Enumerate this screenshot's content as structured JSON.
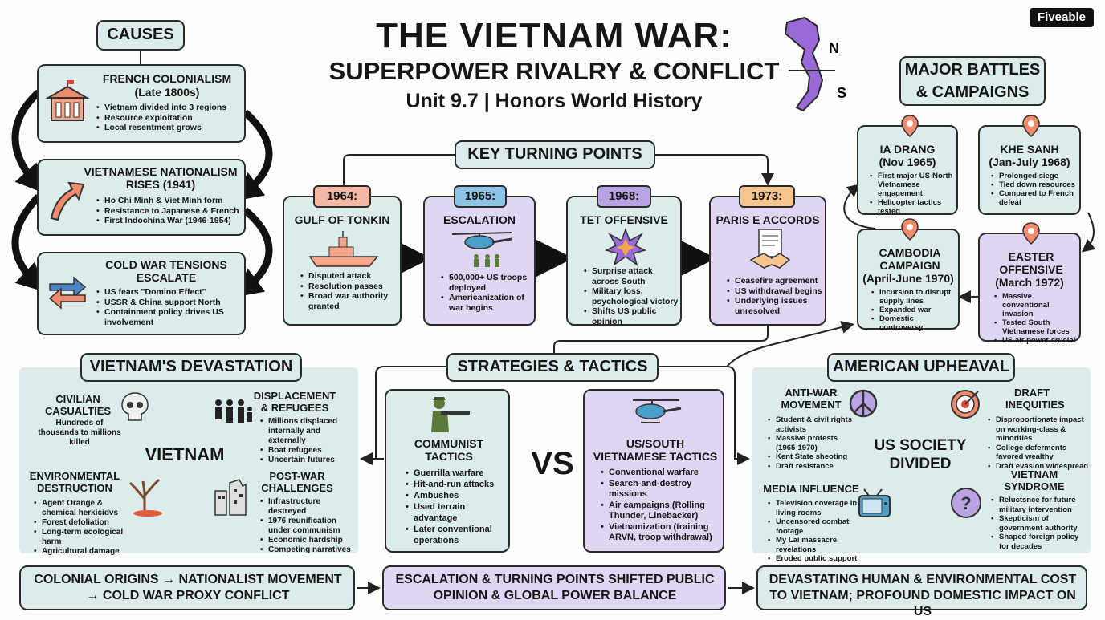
{
  "title": {
    "line1": "THE VIETNAM WAR:",
    "line2": "SUPERPOWER RIVALRY & CONFLICT",
    "line3": "Unit 9.7 | Honors World History"
  },
  "map": {
    "north": "N",
    "south": "S"
  },
  "brand": "Fiveable",
  "causes": {
    "header": "CAUSES",
    "items": [
      {
        "title": "FRENCH COLONIALISM",
        "subtitle": "(Late 1800s)",
        "icon": "colonial-building-icon",
        "bullets": [
          "Vietnam divided into 3 regions",
          "Resource exploitation",
          "Local resentment grows"
        ]
      },
      {
        "title": "VIETNAMESE NATIONALISM RISES (1941)",
        "icon": "rising-arrow-icon",
        "bullets": [
          "Ho Chi Minh & Viet Minh form",
          "Resistance to Japanese & French",
          "First Indochina War (1946-1954)"
        ]
      },
      {
        "title": "COLD WAR TENSIONS ESCALATE",
        "icon": "opposing-arrows-icon",
        "bullets": [
          "US fears \"Domino Effect\"",
          "USSR & China support North",
          "Containment policy drives US involvement"
        ]
      }
    ]
  },
  "turning_points": {
    "header": "KEY TURNING POINTS",
    "items": [
      {
        "year": "1964:",
        "title": "GULF OF TONKIN",
        "icon": "warship-icon",
        "bullets": [
          "Disputed attack",
          "Resolution passes",
          "Broad war authority granted"
        ]
      },
      {
        "year": "1965:",
        "title": "ESCALATION",
        "icon": "helicopter-troops-icon",
        "bullets": [
          "500,000+ US troops deployed",
          "Americanization of war begins"
        ]
      },
      {
        "year": "1968:",
        "title": "TET OFFENSIVE",
        "icon": "explosion-icon",
        "bullets": [
          "Surprise attack across South",
          "Military loss, psychological victory",
          "Shifts US public opinion"
        ]
      },
      {
        "year": "1973:",
        "title": "PARIS E ACCORDS",
        "icon": "handshake-document-icon",
        "bullets": [
          "Ceasefire agreement",
          "US withdrawal begins",
          "Underlying issues unresolved"
        ]
      }
    ]
  },
  "battles": {
    "header": "MAJOR BATTLES & CAMPAIGNS",
    "items": [
      {
        "title": "IA DRANG",
        "subtitle": "(Nov 1965)",
        "icon": "map-pin-icon",
        "bullets": [
          "First major US-North Vietnamese engagement",
          "Helicopter tactics tested"
        ]
      },
      {
        "title": "KHE SANH",
        "subtitle": "(Jan-July 1968)",
        "icon": "map-pin-icon",
        "bullets": [
          "Prolonged siege",
          "Tied down resources",
          "Compared to French defeat"
        ]
      },
      {
        "title": "CAMBODIA CAMPAIGN",
        "subtitle": "(April-June 1970)",
        "icon": "map-pin-icon",
        "bullets": [
          "Incursion to disrupt supply lines",
          "Expanded war",
          "Domestic controversy"
        ]
      },
      {
        "title": "EASTER OFFENSIVE",
        "subtitle": "(March 1972)",
        "icon": "map-pin-icon",
        "bullets": [
          "Massive conventional invasion",
          "Tested South Vietnamese forces",
          "US air power crucial"
        ]
      }
    ]
  },
  "devastation": {
    "header": "VIETNAM'S DEVASTATION",
    "center": "VIETNAM",
    "civilian": {
      "title": "CIVILIAN CASUALTIES",
      "text": "Hundreds of thousands to millions killed",
      "icon": "skull-icon"
    },
    "displacement": {
      "title": "DISPLACEMENT & REFUGEES",
      "icon": "refugees-icon",
      "bullets": [
        "Millions displaced internally and externally",
        "Boat refugees",
        "Uncertain futures"
      ]
    },
    "environment": {
      "title": "ENVIRONMENTAL DESTRUCTION",
      "icon": "dead-tree-icon",
      "bullets": [
        "Agent Orange & chemical herkicidvs",
        "Forest defoliation",
        "Long-term ecological harm",
        "Agricultural damage"
      ]
    },
    "postwar": {
      "title": "POST-WAR CHALLENGES",
      "icon": "ruined-buildings-icon",
      "bullets": [
        "Infrastructure destreyed",
        "1976 reunification under communism",
        "Economic hardship",
        "Competing narratives"
      ]
    }
  },
  "strategies": {
    "header": "STRATEGIES & TACTICS",
    "vs": "VS",
    "communist": {
      "title": "COMMUNIST TACTICS",
      "icon": "soldier-icon",
      "bullets": [
        "Guerrilla warfare",
        "Hit-and-run attacks",
        "Ambushes",
        "Used terrain advantage",
        "Later conventional operations"
      ]
    },
    "us": {
      "title": "US/SOUTH VIETNAMESE TACTICS",
      "icon": "helicopter-icon",
      "bullets": [
        "Conventional warfare",
        "Search-and-destroy missions",
        "Air campaigns (Rolling Thunder, Linebacker)",
        "Vietnamization (training ARVN, troop withdrawal)"
      ]
    }
  },
  "upheaval": {
    "header": "AMERICAN UPHEAVAL",
    "center": "US SOCIETY DIVIDED",
    "antiwar": {
      "title": "ANTI-WAR MOVEMENT",
      "icon": "peace-sign-icon",
      "bullets": [
        "Student & civil rights activists",
        "Massive protests (1965-1970)",
        "Kent State sheoting",
        "Draft resistance"
      ]
    },
    "draft": {
      "title": "DRAFT INEQUITIES",
      "icon": "target-icon",
      "bullets": [
        "Disproportionate impact on working-class & minorities",
        "College deferments favored wealthy",
        "Draft evasion widespread"
      ]
    },
    "media": {
      "title": "MEDIA INFLUENCE",
      "icon": "television-icon",
      "bullets": [
        "Television coverage in living rooms",
        "Uncensored combat footage",
        "My Lai massacre revelations",
        "Eroded public support"
      ]
    },
    "syndrome": {
      "title": "VIETNAM SYNDROME",
      "icon": "question-mark-icon",
      "bullets": [
        "Reluctsnce for future military intervention",
        "Skepticism of government authority",
        "Shaped foreign policy for decades"
      ]
    }
  },
  "summary": [
    "COLONIAL ORIGINS → NATIONALIST MOVEMENT → COLD WAR PROXY CONFLICT",
    "ESCALATION & TURNING POINTS SHIFTED PUBLIC OPINION & GLOBAL POWER BALANCE",
    "DEVASTATING HUMAN & ENVIRONMENTAL COST TO VIETNAM; PROFOUND DOMESTIC IMPACT ON US"
  ],
  "colors": {
    "teal": "#dcecea",
    "purple": "#e0d6f3",
    "year_red": "#f2b8a3",
    "year_blue": "#8fc3e6",
    "year_purple": "#b9a3e3",
    "year_orange": "#f6c58e",
    "outline": "#2b2b2b"
  }
}
